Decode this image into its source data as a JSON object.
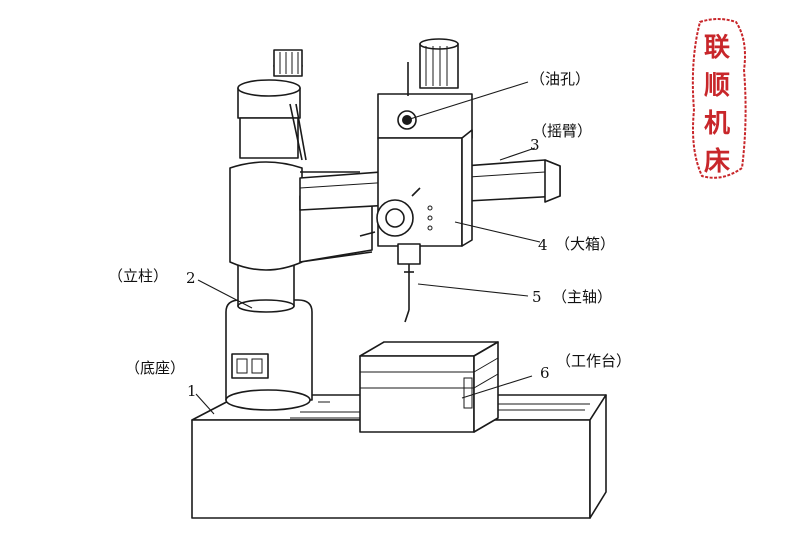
{
  "stamp": {
    "chars": [
      "联",
      "顺",
      "机",
      "床"
    ],
    "color": "#c8262a"
  },
  "labels": {
    "oil_hole": "（油孔）",
    "rocker_arm": "（摇臂）",
    "headstock": "（大箱）",
    "spindle": "（主轴）",
    "column": "（立柱）",
    "base": "（底座）",
    "worktable": "（工作台）"
  },
  "part_numbers": {
    "base": "1",
    "column": "2",
    "rocker_arm": "3",
    "headstock": "4",
    "spindle": "5",
    "worktable": "6"
  }
}
